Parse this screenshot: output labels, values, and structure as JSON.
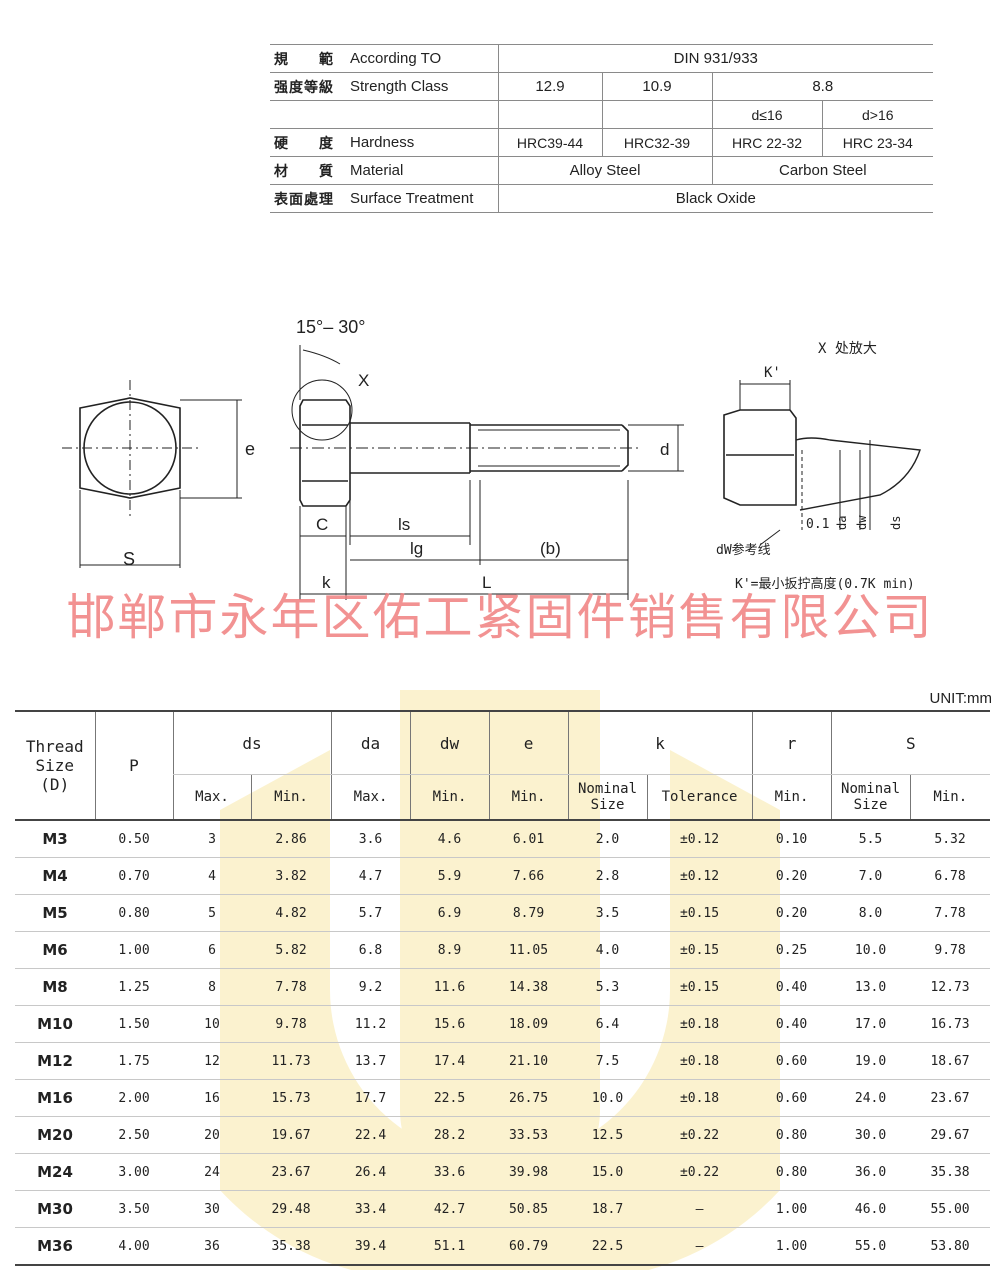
{
  "spec_table": {
    "rows": [
      {
        "cn": "規　　範",
        "en": "According TO",
        "values": [
          {
            "text": "DIN 931/933",
            "span": 4
          }
        ]
      },
      {
        "cn": "强度等級",
        "en": "Strength Class",
        "values": [
          {
            "text": "12.9",
            "span": 1
          },
          {
            "text": "10.9",
            "span": 1
          },
          {
            "text": "8.8",
            "span": 2
          }
        ]
      },
      {
        "cn": "",
        "en": "",
        "values": [
          {
            "text": "",
            "span": 1
          },
          {
            "text": "",
            "span": 1
          },
          {
            "text": "d≤16",
            "span": 1
          },
          {
            "text": "d>16",
            "span": 1
          }
        ]
      },
      {
        "cn": "硬　　度",
        "en": "Hardness",
        "values": [
          {
            "text": "HRC39-44",
            "span": 1
          },
          {
            "text": "HRC32-39",
            "span": 1
          },
          {
            "text": "HRC 22-32",
            "span": 1
          },
          {
            "text": "HRC 23-34",
            "span": 1
          }
        ]
      },
      {
        "cn": "材　　質",
        "en": "Material",
        "values": [
          {
            "text": "Alloy Steel",
            "span": 2
          },
          {
            "text": "Carbon Steel",
            "span": 2
          }
        ]
      },
      {
        "cn": "表面處理",
        "en": "Surface Treatment",
        "values": [
          {
            "text": "Black  Oxide",
            "span": 4
          }
        ]
      }
    ]
  },
  "drawing": {
    "angle_label": "15°– 30°",
    "x_label": "X",
    "e_label": "e",
    "s_label": "S",
    "c_label": "C",
    "ls_label": "ls",
    "lg_label": "lg",
    "b_label": "(b)",
    "k_label": "k",
    "l_label": "L",
    "d_label": "d",
    "detail_title": "X 处放大",
    "kprime_label": "K'",
    "r01_label": "0.1",
    "da_label": "da",
    "dw_label": "dw",
    "ds_label": "ds",
    "dw_ref_label": "dW参考线",
    "kprime_note": "K'=最小扳拧高度(0.7K min)"
  },
  "watermark": "邯郸市永年区佑工紧固件销售有限公司",
  "unit": "UNIT:mm",
  "colors": {
    "watermark": "#f08080",
    "logo_fill": "#fbf2cf"
  },
  "dim_table": {
    "headers": {
      "thread_size": [
        "Thread",
        "Size",
        "(D)"
      ],
      "p": "P",
      "ds": "ds",
      "da": "da",
      "dw": "dw",
      "e": "e",
      "k": "k",
      "r": "r",
      "s": "S",
      "max": "Max.",
      "min": "Min.",
      "nominal": [
        "Nominal",
        "Size"
      ],
      "tolerance": "Tolerance"
    },
    "rows": [
      [
        "M3",
        "0.50",
        "3",
        "2.86",
        "3.6",
        "4.6",
        "6.01",
        "2.0",
        "±0.12",
        "0.10",
        "5.5",
        "5.32"
      ],
      [
        "M4",
        "0.70",
        "4",
        "3.82",
        "4.7",
        "5.9",
        "7.66",
        "2.8",
        "±0.12",
        "0.20",
        "7.0",
        "6.78"
      ],
      [
        "M5",
        "0.80",
        "5",
        "4.82",
        "5.7",
        "6.9",
        "8.79",
        "3.5",
        "±0.15",
        "0.20",
        "8.0",
        "7.78"
      ],
      [
        "M6",
        "1.00",
        "6",
        "5.82",
        "6.8",
        "8.9",
        "11.05",
        "4.0",
        "±0.15",
        "0.25",
        "10.0",
        "9.78"
      ],
      [
        "M8",
        "1.25",
        "8",
        "7.78",
        "9.2",
        "11.6",
        "14.38",
        "5.3",
        "±0.15",
        "0.40",
        "13.0",
        "12.73"
      ],
      [
        "M10",
        "1.50",
        "10",
        "9.78",
        "11.2",
        "15.6",
        "18.09",
        "6.4",
        "±0.18",
        "0.40",
        "17.0",
        "16.73"
      ],
      [
        "M12",
        "1.75",
        "12",
        "11.73",
        "13.7",
        "17.4",
        "21.10",
        "7.5",
        "±0.18",
        "0.60",
        "19.0",
        "18.67"
      ],
      [
        "M16",
        "2.00",
        "16",
        "15.73",
        "17.7",
        "22.5",
        "26.75",
        "10.0",
        "±0.18",
        "0.60",
        "24.0",
        "23.67"
      ],
      [
        "M20",
        "2.50",
        "20",
        "19.67",
        "22.4",
        "28.2",
        "33.53",
        "12.5",
        "±0.22",
        "0.80",
        "30.0",
        "29.67"
      ],
      [
        "M24",
        "3.00",
        "24",
        "23.67",
        "26.4",
        "33.6",
        "39.98",
        "15.0",
        "±0.22",
        "0.80",
        "36.0",
        "35.38"
      ],
      [
        "M30",
        "3.50",
        "30",
        "29.48",
        "33.4",
        "42.7",
        "50.85",
        "18.7",
        "—",
        "1.00",
        "46.0",
        "55.00"
      ],
      [
        "M36",
        "4.00",
        "36",
        "35.38",
        "39.4",
        "51.1",
        "60.79",
        "22.5",
        "—",
        "1.00",
        "55.0",
        "53.80"
      ]
    ]
  }
}
